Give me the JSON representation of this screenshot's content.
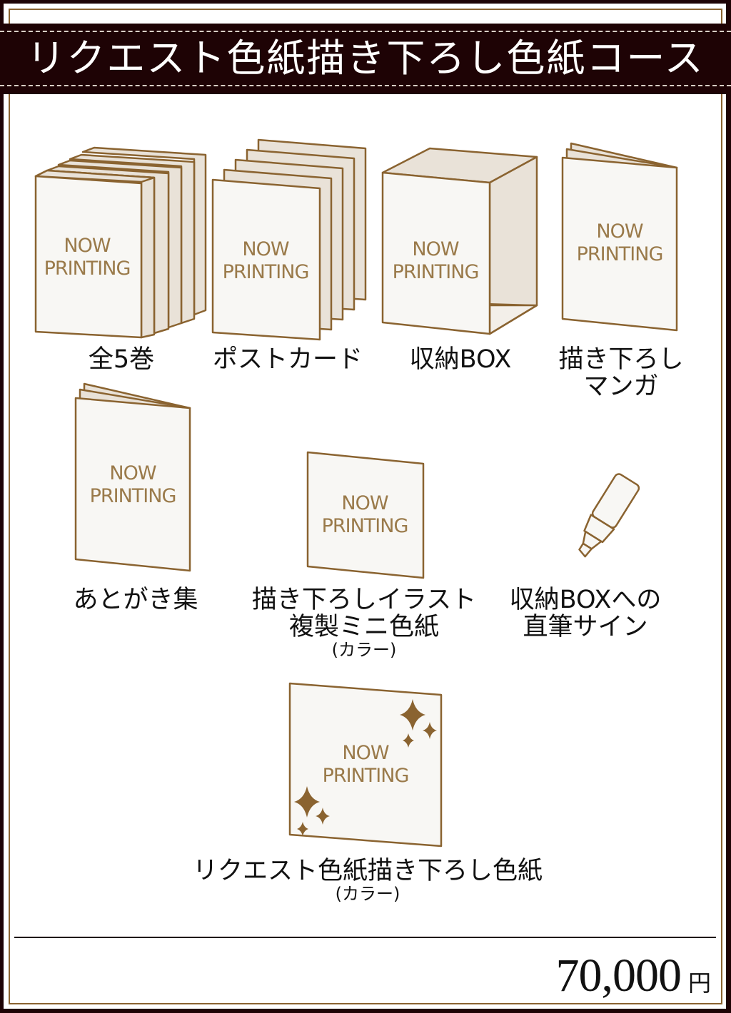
{
  "header": {
    "title": "リクエスト色紙描き下ろし色紙コース"
  },
  "placeholder_text": {
    "line1": "NOW",
    "line2": "PRINTING"
  },
  "items": [
    {
      "label": "全5巻",
      "icon": "book-stack-icon"
    },
    {
      "label": "ポストカード",
      "icon": "postcard-stack-icon"
    },
    {
      "label": "収納BOX",
      "icon": "storage-box-icon"
    },
    {
      "label_line1": "描き下ろし",
      "label_line2": "マンガ",
      "icon": "booklet-icon"
    },
    {
      "label": "あとがき集",
      "icon": "booklet-icon"
    },
    {
      "label_line1": "描き下ろしイラスト",
      "label_line2": "複製ミニ色紙",
      "note": "(カラー)",
      "icon": "mini-shikishi-icon"
    },
    {
      "label_line1": "収納BOXへの",
      "label_line2": "直筆サイン",
      "icon": "marker-pen-icon"
    },
    {
      "label": "リクエスト色紙描き下ろし色紙",
      "note": "(カラー)",
      "icon": "shikishi-sparkle-icon"
    }
  ],
  "price": {
    "amount": "70,000",
    "currency": "円"
  },
  "colors": {
    "frame_dark": "#1e0305",
    "gold": "#8a6330",
    "placeholder_text": "#9a7a4a",
    "paper_front": "#f8f7f4",
    "paper_side": "#e9e2d8"
  }
}
